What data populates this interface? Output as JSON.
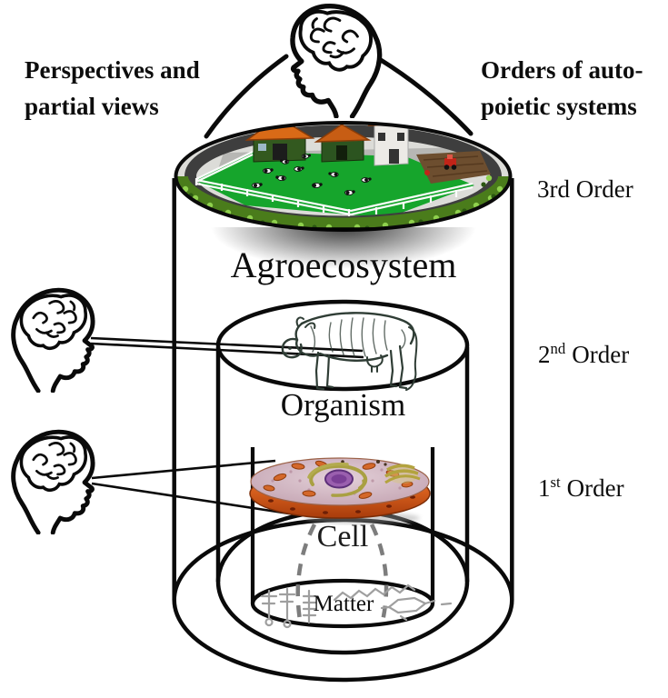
{
  "figure": {
    "left_heading": {
      "line1": "Perspectives and",
      "line2": "partial views"
    },
    "right_heading": {
      "line1": "Orders of auto-",
      "line2": "poietic systems"
    },
    "orders": {
      "third": {
        "label": "3rd Order"
      },
      "second": {
        "num": "2",
        "sup": "nd",
        "word": "Order"
      },
      "first": {
        "num": "1",
        "sup": "st",
        "word": "Order"
      }
    },
    "levels": {
      "agroecosystem": "Agroecosystem",
      "organism": "Organism",
      "cell": "Cell",
      "matter": "Matter"
    },
    "icons": {
      "observer": "head-profile-with-brain-icon",
      "third_order_image": "3d-farm-model",
      "second_order_image": "anatomical-cow-sketch",
      "first_order_image": "animal-cell-cross-section",
      "matter_image": "molecular-structure-sketches"
    },
    "colors": {
      "line_black": "#0a0a0a",
      "dash_gray": "#7d7d7d",
      "molecule_gray": "#9f9f9f",
      "field_green": "#16a52c",
      "hedge_green": "#4a7c1b",
      "roof_orange": "#d96a17",
      "cell_rim_orange": "#d65f1d",
      "nucleus_purple": "#9a5fae"
    }
  }
}
